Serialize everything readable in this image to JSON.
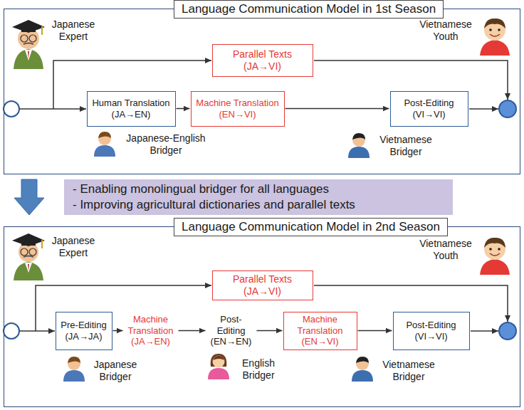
{
  "diagram": {
    "nodes": [
      {
        "text": [
          "Language Communication Model in 1st Season"
        ]
      },
      {
        "text": [
          "Parallel Texts (JA→VI)"
        ],
        "in": 0
      },
      {
        "text": [
          "Human Translation (JA→EN)"
        ],
        "in": 0
      },
      {
        "text": [
          "Machine Translation (EN→VI)"
        ],
        "in": 0
      },
      {
        "text": [
          "Post-Editing (VI→VI)"
        ],
        "in": 0
      },
      {
        "text": [
          "- Enabling monolingual bridger for all languages",
          "- Improving agricultural dictionaries and parallel texts"
        ]
      },
      {
        "text": [
          "Language Communication Model in 2nd Season"
        ]
      },
      {
        "text": [
          "Parallel Texts (JA→VI)"
        ],
        "in": 6
      },
      {
        "text": [
          "Pre-Editing (JA→JA)"
        ],
        "in": 6
      },
      {
        "text": [
          "Machine Translation (JA→EN)"
        ],
        "in": 6
      },
      {
        "text": [
          "Post-Editing (EN→EN)"
        ],
        "in": 6
      },
      {
        "text": [
          "Machine Translation (EN→VI)"
        ],
        "in": 6
      },
      {
        "text": [
          "Post-Editing (VI→VI)"
        ],
        "in": 6
      }
    ],
    "edges": [
      {
        "from": 2,
        "to": 3,
        "arrow": "to"
      },
      {
        "from": 3,
        "to": 4,
        "arrow": "to"
      },
      {
        "from": 8,
        "to": 9,
        "arrow": "to"
      },
      {
        "from": 9,
        "to": 10,
        "arrow": "to"
      },
      {
        "from": 10,
        "to": 11,
        "arrow": "to"
      },
      {
        "from": 11,
        "to": 12,
        "arrow": "to"
      }
    ],
    "labels": [
      "Japanese Expert",
      "Vietnamese Youth",
      "Japanese-English Bridger",
      "Vietnamese Bridger",
      "Japanese Expert",
      "Vietnamese Youth",
      "Japanese Bridger",
      "English Bridger",
      "Vietnamese Bridger"
    ]
  }
}
